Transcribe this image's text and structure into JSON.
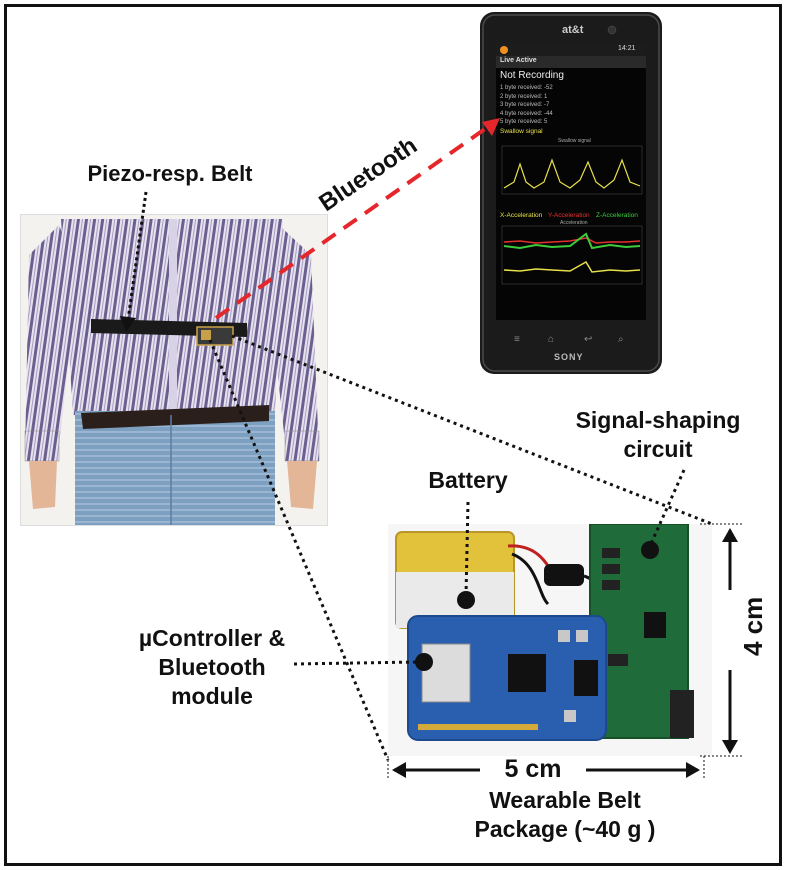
{
  "labels": {
    "belt": "Piezo-resp. Belt",
    "bluetooth": "Bluetooth",
    "signal_shaping_1": "Signal-shaping",
    "signal_shaping_2": "circuit",
    "battery": "Battery",
    "mcu_1": "µController &",
    "mcu_2": "Bluetooth",
    "mcu_3": "module",
    "width": "5 cm",
    "height": "4 cm",
    "package_1": "Wearable Belt",
    "package_2": "Package (~40 g )"
  },
  "phone": {
    "carrier": "at&t",
    "time": "14:21",
    "app_title": "Live Active",
    "status": "Not Recording",
    "bytes": [
      "1 byte received: -52",
      "2 byte received: 1",
      "3 byte received: -7",
      "4 byte received: -44",
      "5 byte received: 5"
    ],
    "swallow_label": "Swallow signal",
    "chart1_title": "Swallow signal",
    "x_acc": "X-Acceleration",
    "y_acc": "Y-Acceleration",
    "z_acc": "Z-Acceleration",
    "chart2_title": "Acceleration",
    "brand": "SONY"
  },
  "colors": {
    "arrow": "#e5262a",
    "swallow": "#e8e04a",
    "x_acc": "#e8e04a",
    "y_acc": "#e53030",
    "z_acc": "#3ccc3c",
    "board_green": "#1f6b3a",
    "board_blue": "#2a5fb0",
    "battery": "#e2c23a"
  }
}
